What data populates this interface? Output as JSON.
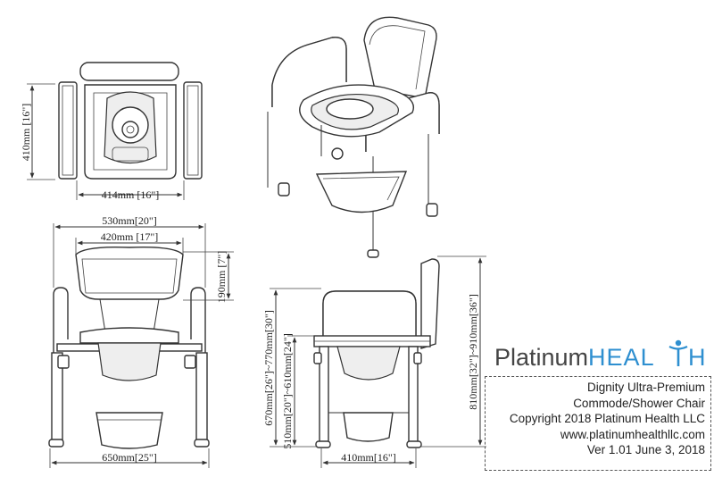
{
  "dimensions": {
    "top_depth": "410mm [16\"]",
    "top_width": "414mm [16\"]",
    "front_outer_width": "530mm[20\"]",
    "front_back_width": "420mm [17\"]",
    "backrest_height": "190mm [7\"]",
    "base_width": "650mm[25\"]",
    "overall_height_range": "670mm[26\"]~770mm[30\"]",
    "seat_height_range": "510mm[20\"]~610mm[24\"]",
    "side_depth": "410mm[16\"]",
    "side_height_range": "810mm[32\"]~910mm[36\"]"
  },
  "logo": {
    "name_part1": "Platinum",
    "name_part2": "HEAL",
    "name_part3": "H",
    "figure_icon": "person-figure-icon",
    "accent_color": "#2e8fd0"
  },
  "info": {
    "line1": "Dignity Ultra-Premium",
    "line2": "Commode/Shower Chair",
    "line3": "Copyright 2018 Platinum Health LLC",
    "line4": "www.platinumhealthllc.com",
    "line5": "Ver 1.01 June 3, 2018"
  }
}
